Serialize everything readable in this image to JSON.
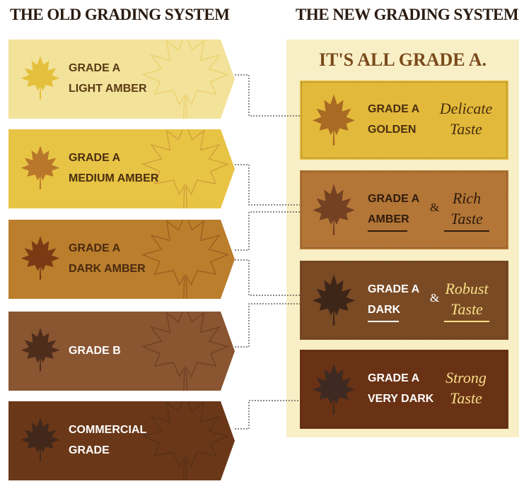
{
  "headings": {
    "old": "THE OLD GRADING SYSTEM",
    "new": "THE NEW GRADING SYSTEM"
  },
  "new_panel_title": "IT'S ALL GRADE A.",
  "old_grades": [
    {
      "line1": "GRADE A",
      "line2": "LIGHT AMBER",
      "fill": "#f3e29a",
      "leaf": "#e4c03c",
      "text": "#5a3a14"
    },
    {
      "line1": "GRADE A",
      "line2": "MEDIUM AMBER",
      "fill": "#e8c445",
      "leaf": "#b8772a",
      "text": "#4a2e10"
    },
    {
      "line1": "GRADE A",
      "line2": "DARK AMBER",
      "fill": "#bb7e2c",
      "leaf": "#7a3b14",
      "text": "#4a2a10"
    },
    {
      "line1": "GRADE B",
      "line2": "",
      "fill": "#8a5531",
      "leaf": "#4e2d1c",
      "text": "#ffffff"
    },
    {
      "line1": "COMMERCIAL",
      "line2": "GRADE",
      "fill": "#6a3818",
      "leaf": "#41281b",
      "text": "#ffffff"
    }
  ],
  "new_grades": [
    {
      "grade1": "GRADE A",
      "grade2": "GOLDEN",
      "amp": "",
      "taste1": "Delicate",
      "taste2": "Taste",
      "underline": false,
      "fill": "#e2b93a",
      "leaf": "#a96a24",
      "text": "#4a2e10",
      "taste_color": "#4a2e10"
    },
    {
      "grade1": "GRADE A",
      "grade2": "AMBER",
      "amp": "&",
      "taste1": "Rich",
      "taste2": "Taste",
      "underline": true,
      "fill": "#b37637",
      "leaf": "#744222",
      "text": "#2f1b0c",
      "taste_color": "#2f1b0c"
    },
    {
      "grade1": "GRADE A",
      "grade2": "DARK",
      "amp": "&",
      "taste1": "Robust",
      "taste2": "Taste",
      "underline": true,
      "fill": "#7a4a24",
      "leaf": "#3d2518",
      "text": "#ffffff",
      "taste_color": "#f6de88"
    },
    {
      "grade1": "GRADE A",
      "grade2": "VERY DARK",
      "amp": "",
      "taste1": "Strong",
      "taste2": "Taste",
      "underline": false,
      "fill": "#6a3214",
      "leaf": "#3e2a22",
      "text": "#ffffff",
      "taste_color": "#f6de88"
    }
  ]
}
